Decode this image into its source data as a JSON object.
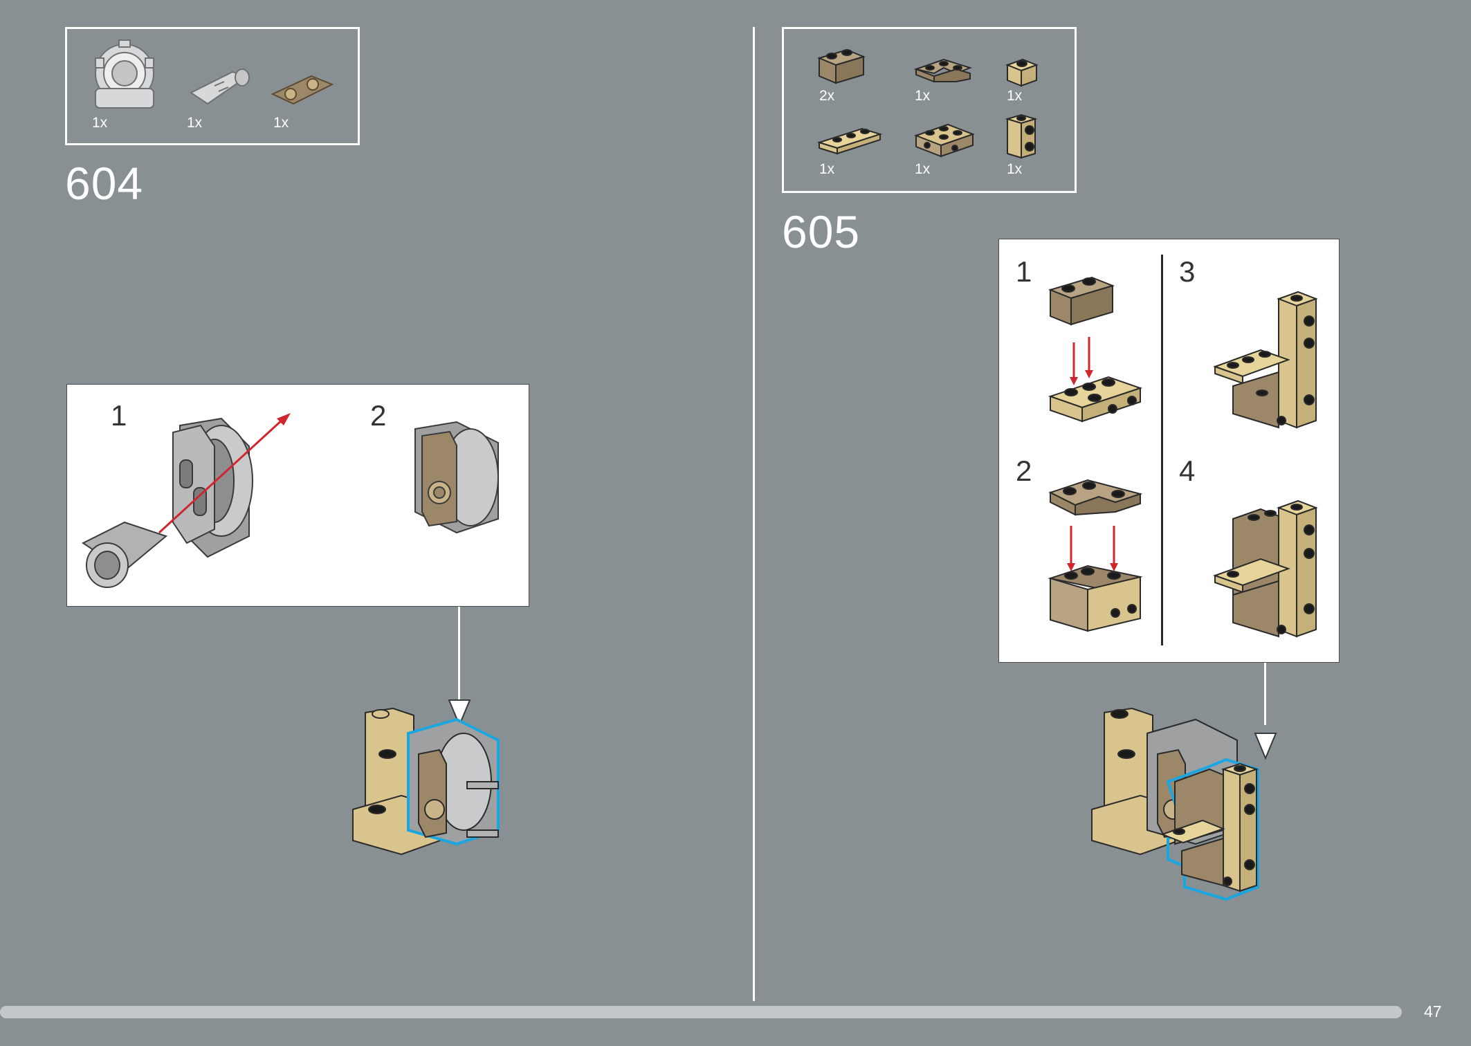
{
  "page": {
    "number": "47"
  },
  "colors": {
    "background": "#889094",
    "tan": "#d8c48c",
    "dark_tan": "#9c8868",
    "light_gray": "#c8cacc",
    "medium_gray": "#9c9ea0",
    "arrow_red": "#d0262e",
    "highlight_blue": "#1aa6e0"
  },
  "left": {
    "step": "604",
    "parts": [
      {
        "qty": "1x",
        "icon": "gear-connector-icon"
      },
      {
        "qty": "1x",
        "icon": "axle-pin-icon"
      },
      {
        "qty": "1x",
        "icon": "pin-connector-icon"
      }
    ],
    "substeps": [
      "1",
      "2"
    ]
  },
  "right": {
    "step": "605",
    "parts": [
      {
        "qty": "2x",
        "icon": "brick-1x2-icon"
      },
      {
        "qty": "1x",
        "icon": "corner-plate-icon"
      },
      {
        "qty": "1x",
        "icon": "brick-1x1-icon"
      },
      {
        "qty": "1x",
        "icon": "plate-1x3-icon"
      },
      {
        "qty": "1x",
        "icon": "plate-2x3-studs-icon"
      },
      {
        "qty": "1x",
        "icon": "brick-1x1-side-studs-icon"
      }
    ],
    "substeps": [
      "1",
      "3",
      "2",
      "4"
    ]
  }
}
